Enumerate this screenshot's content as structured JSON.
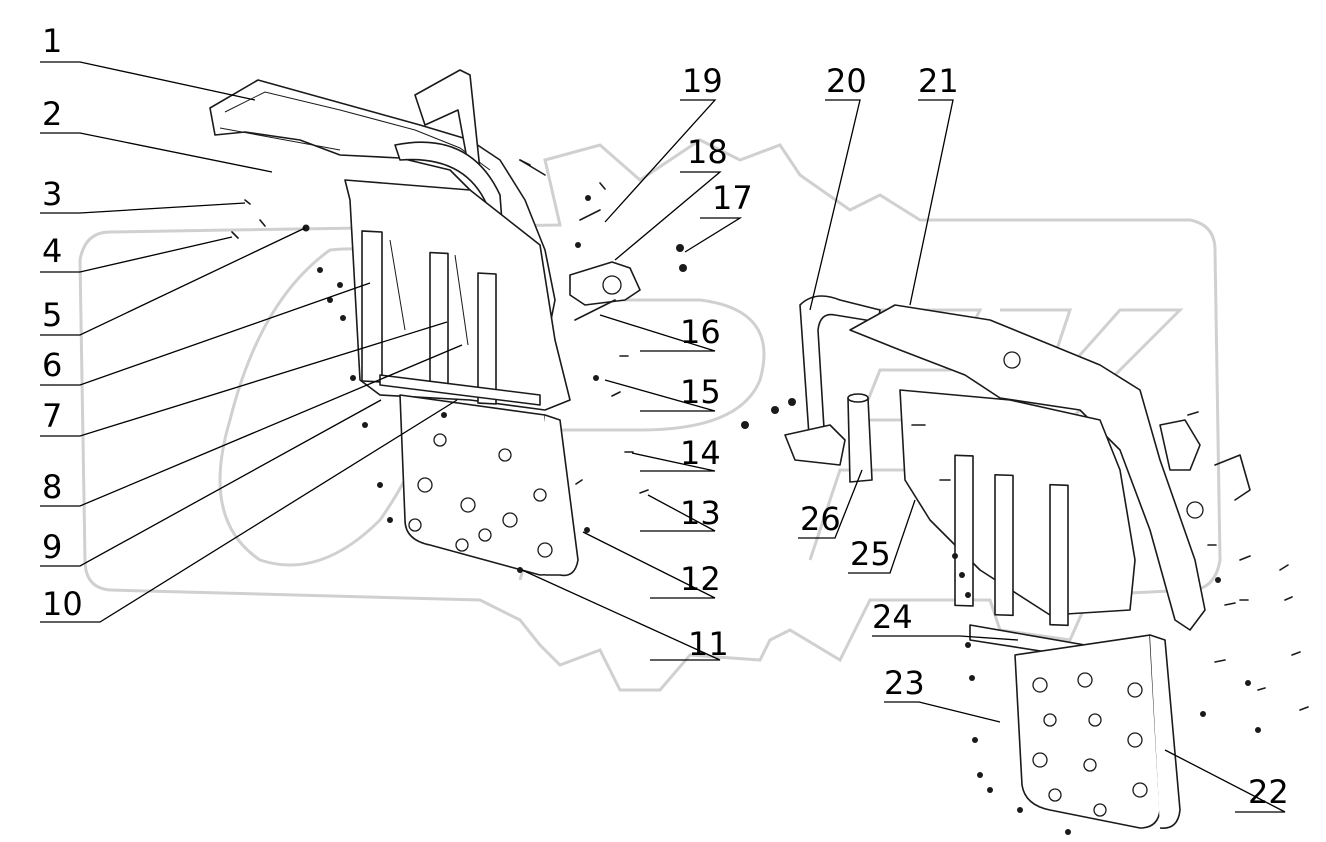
{
  "callouts": [
    {
      "id": "c1",
      "text": "1"
    },
    {
      "id": "c2",
      "text": "2"
    },
    {
      "id": "c3",
      "text": "3"
    },
    {
      "id": "c4",
      "text": "4"
    },
    {
      "id": "c5",
      "text": "5"
    },
    {
      "id": "c6",
      "text": "6"
    },
    {
      "id": "c7",
      "text": "7"
    },
    {
      "id": "c8",
      "text": "8"
    },
    {
      "id": "c9",
      "text": "9"
    },
    {
      "id": "c10",
      "text": "10"
    },
    {
      "id": "c11",
      "text": "11"
    },
    {
      "id": "c12",
      "text": "12"
    },
    {
      "id": "c13",
      "text": "13"
    },
    {
      "id": "c14",
      "text": "14"
    },
    {
      "id": "c15",
      "text": "15"
    },
    {
      "id": "c16",
      "text": "16"
    },
    {
      "id": "c17",
      "text": "17"
    },
    {
      "id": "c18",
      "text": "18"
    },
    {
      "id": "c19",
      "text": "19"
    },
    {
      "id": "c20",
      "text": "20"
    },
    {
      "id": "c21",
      "text": "21"
    },
    {
      "id": "c22",
      "text": "22"
    },
    {
      "id": "c23",
      "text": "23"
    },
    {
      "id": "c24",
      "text": "24"
    },
    {
      "id": "c25",
      "text": "25"
    },
    {
      "id": "c26",
      "text": "26"
    }
  ],
  "colors": {
    "line": "#1a1a1a",
    "watermark": "#d0d0d0",
    "background": "#ffffff"
  }
}
